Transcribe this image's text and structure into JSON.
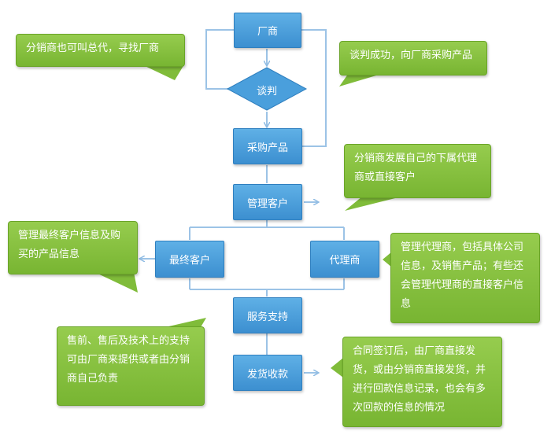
{
  "colors": {
    "node": "#4a9fdc",
    "note": "#86c13f",
    "line": "#8fbbe3",
    "text": "#ffffff"
  },
  "nodes": {
    "manufacturer": "厂商",
    "negotiation": "谈判",
    "purchase": "采购产品",
    "manage_customer": "管理客户",
    "end_customer": "最终客户",
    "agent": "代理商",
    "service": "服务支持",
    "shipping": "发货收款"
  },
  "notes": {
    "distributor_alias": "分销商也可叫总代，寻找厂商",
    "negotiation_success": "谈判成功，向厂商采购产品",
    "develop_agents": "分销商发展自己的下属代理商或直接客户",
    "end_customer_info": "管理最终客户信息及购买的产品信息",
    "agent_info": "管理代理商，包括具体公司信息，及销售产品；有些还会管理代理商的直接客户信息",
    "service_info": "售前、售后及技术上的支持可由厂商来提供或者由分销商自己负责",
    "shipping_info": "合同签订后，由厂商直接发货，或由分销商直接发货，并进行回款信息记录，也会有多次回款的信息的情况"
  }
}
